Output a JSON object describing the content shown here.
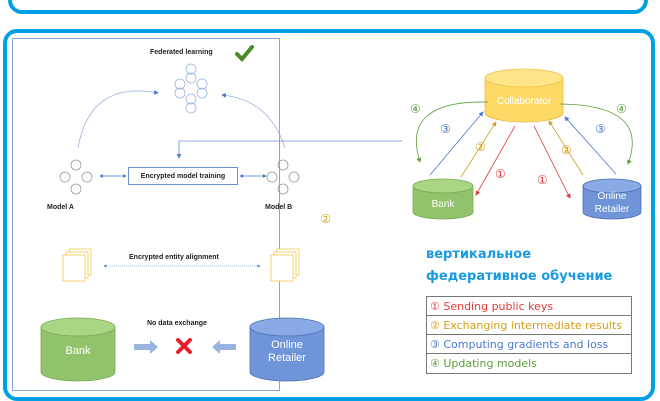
{
  "left_diagram": {
    "title": "Federated learning",
    "model_a": "Model A",
    "model_b": "Model B",
    "encrypted_training": "Encrypted model training",
    "encrypted_alignment": "Encrypted entity alignment",
    "no_data_exchange": "No data exchange",
    "bank": "Bank",
    "retailer_line1": "Online",
    "retailer_line2": "Retailer",
    "step_marker": "②"
  },
  "right_diagram": {
    "collaborator": "Collaborator",
    "bank": "Bank",
    "retailer_line1": "Online",
    "retailer_line2": "Retailer",
    "markers": {
      "one": "①",
      "two": "②",
      "three": "③",
      "four": "④"
    }
  },
  "heading": {
    "line1": "вертикальное",
    "line2": "федеративное обучение"
  },
  "legend": [
    {
      "label": "① Sending public keys",
      "color": "#e03a3a"
    },
    {
      "label": "② Exchanging intermediate results",
      "color": "#d4a017"
    },
    {
      "label": "③ Computing gradients and loss",
      "color": "#4a78d0"
    },
    {
      "label": "④ Updating models",
      "color": "#5a9e3a"
    }
  ],
  "colors": {
    "frame": "#00a0e6",
    "bank": "#92c36c",
    "retailer": "#6f95d8",
    "collaborator": "#ffd966",
    "check": "#4a8a2a",
    "cross": "#e8202a"
  }
}
